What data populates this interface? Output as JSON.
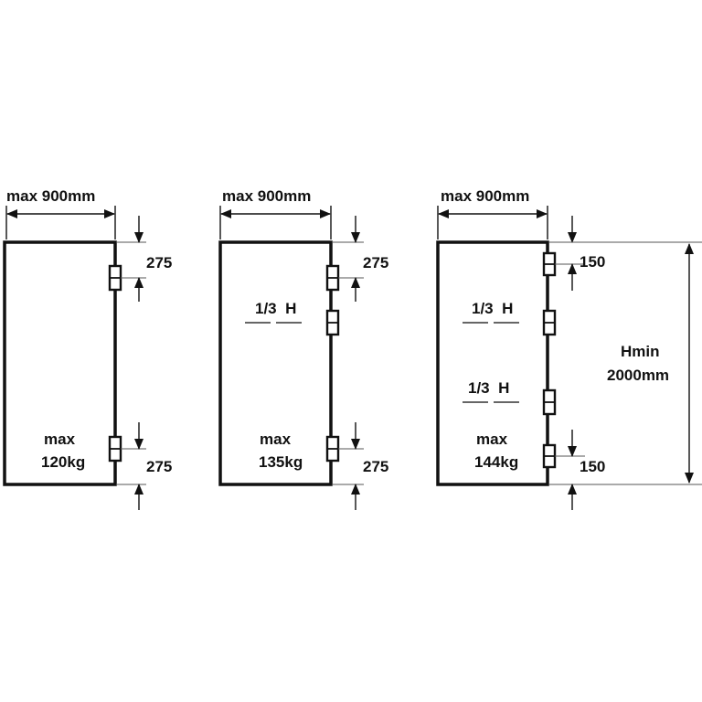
{
  "colors": {
    "ink": "#111111",
    "background": "#ffffff"
  },
  "doors": [
    {
      "width_label": "max 900mm",
      "top_offset_label": "275",
      "bottom_offset_label": "275",
      "weight_line1": "max",
      "weight_line2": "120kg",
      "hinge_count": 2,
      "third_labels": []
    },
    {
      "width_label": "max 900mm",
      "top_offset_label": "275",
      "bottom_offset_label": "275",
      "weight_line1": "max",
      "weight_line2": "135kg",
      "hinge_count": 3,
      "third_labels": [
        "1/3  H"
      ]
    },
    {
      "width_label": "max 900mm",
      "top_offset_label": "150",
      "bottom_offset_label": "150",
      "weight_line1": "max",
      "weight_line2": "144kg",
      "hinge_count": 4,
      "third_labels": [
        "1/3  H",
        "1/3  H"
      ]
    }
  ],
  "height_label_line1": "Hmin",
  "height_label_line2": "2000mm"
}
